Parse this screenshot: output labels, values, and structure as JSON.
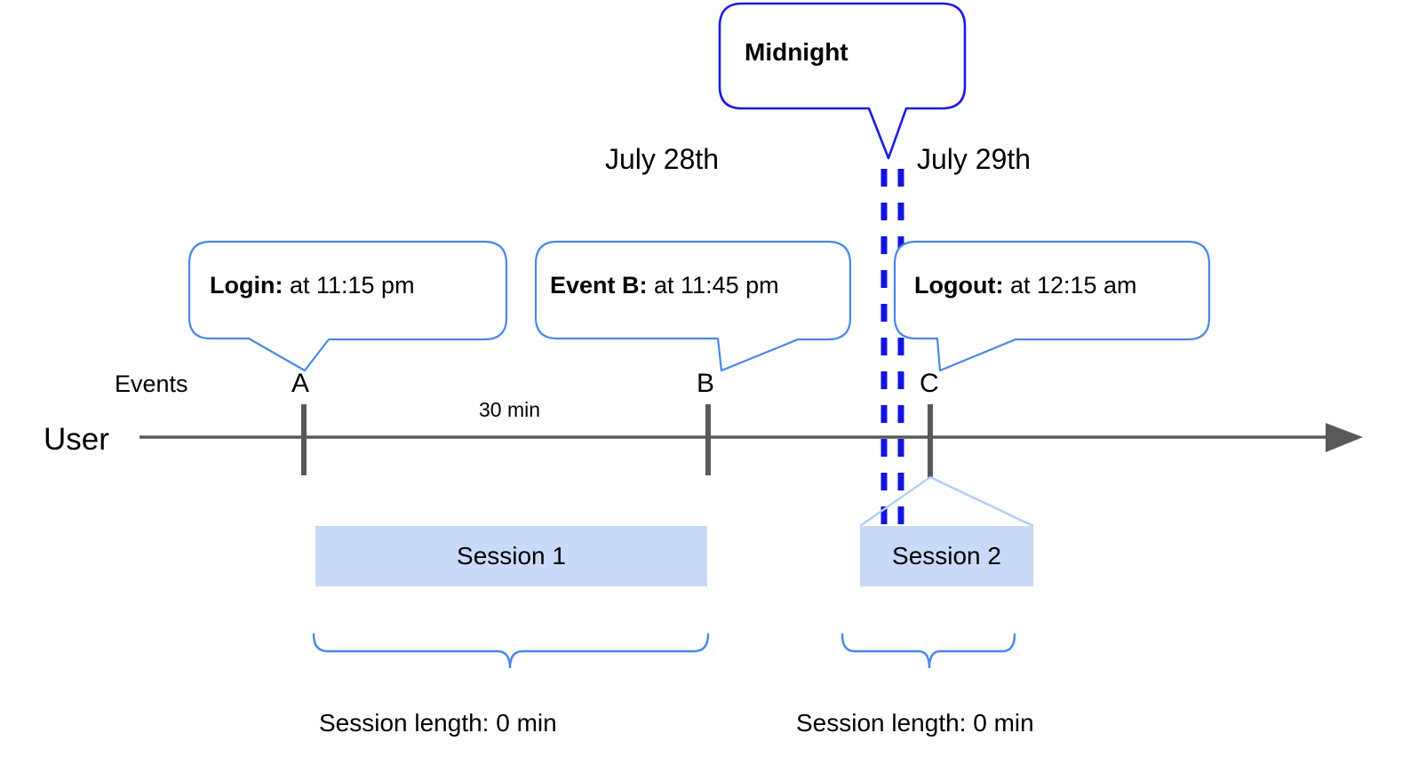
{
  "diagram": {
    "title_callout": {
      "label": "Midnight"
    },
    "dates": [
      {
        "label": "July 28th"
      },
      {
        "label": "July 29th"
      }
    ],
    "axis": {
      "row_label": "User",
      "events_label": "Events",
      "duration_label": "30 min"
    },
    "events": [
      {
        "marker": "A",
        "callout_bold": "Login:",
        "callout_rest": " at 11:15 pm"
      },
      {
        "marker": "B",
        "callout_bold": "Event B:",
        "callout_rest": " at 11:45 pm"
      },
      {
        "marker": "C",
        "callout_bold": "Logout:",
        "callout_rest": " at 12:15 am"
      }
    ],
    "sessions": [
      {
        "name": "Session 1",
        "length_label": "Session length: 0 min"
      },
      {
        "name": "Session 2",
        "length_label": "Session length: 0 min"
      }
    ],
    "colors": {
      "callout_border": "#4a86e8",
      "midnight_border": "#1a1ae6",
      "midnight_dash": "#1414e0",
      "session_fill": "#c9daf8",
      "session_leader": "#b3cdf5",
      "axis": "#595959",
      "brace": "#4a86e8"
    }
  }
}
